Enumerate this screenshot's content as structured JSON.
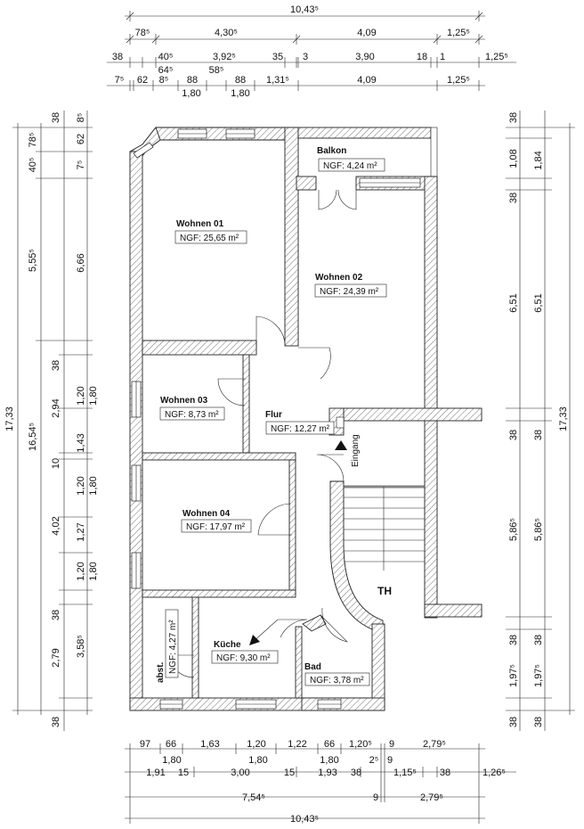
{
  "dims": {
    "top": {
      "r1": [
        "10,43⁵"
      ],
      "r2": [
        "78⁵",
        "4,30⁵",
        "4,09",
        "1,25⁵"
      ],
      "r3": [
        "38",
        "40⁵",
        "3,92⁵",
        "35",
        "3",
        "3,90",
        "18",
        "1",
        "1,25⁵"
      ],
      "r3b": [
        "64⁵",
        "58⁵"
      ],
      "r4": [
        "7⁵",
        "62",
        "8⁵",
        "88",
        "88",
        "1,31⁵",
        "4,09",
        "1,25⁵"
      ],
      "r4b": [
        "1,80",
        "1,80"
      ]
    },
    "bottom": {
      "r1": [
        "97",
        "66",
        "1,63",
        "1,20",
        "1,22",
        "66",
        "1,20⁵",
        "9",
        "2,79⁵"
      ],
      "r1b": [
        "1,80",
        "1,80",
        "1,80"
      ],
      "r2": [
        "1,91",
        "15",
        "3,00",
        "15",
        "1,93",
        "38",
        "2⁵",
        "9",
        "1,15⁵",
        "38",
        "1,26⁵"
      ],
      "r3": [
        "7,54⁵",
        "9",
        "2,79⁵"
      ],
      "r4": [
        "10,43⁵"
      ]
    },
    "left": {
      "total": "17,33",
      "c2": [
        "78⁵",
        "40⁵",
        "5,55⁵",
        "16,54⁵"
      ],
      "c3": [
        "38",
        "62",
        "7⁵",
        "6,66",
        "38",
        "2,94",
        "1,43",
        "10",
        "4,02",
        "38",
        "2,79",
        "3,58⁵",
        "38"
      ],
      "c3top": "8⁵",
      "c4": [
        "1,20",
        "1,80",
        "1,20",
        "1,80",
        "1,27",
        "1,20",
        "1,80"
      ]
    },
    "right": {
      "c1": [
        "38",
        "1,08",
        "38",
        "6,51",
        "38",
        "5,86⁵",
        "38",
        "1,97⁵",
        "38"
      ],
      "c2": [
        "1,84",
        "6,51",
        "38",
        "5,86⁵",
        "38",
        "1,97⁵",
        "38"
      ],
      "total": "17,33"
    }
  },
  "rooms": {
    "balkon": {
      "name": "Balkon",
      "area": "NGF: 4,24 m²"
    },
    "wohnen01": {
      "name": "Wohnen 01",
      "area": "NGF: 25,65 m²"
    },
    "wohnen02": {
      "name": "Wohnen 02",
      "area": "NGF: 24,39 m²"
    },
    "wohnen03": {
      "name": "Wohnen 03",
      "area": "NGF: 8,73 m²"
    },
    "flur": {
      "name": "Flur",
      "area": "NGF: 12,27 m²"
    },
    "wohnen04": {
      "name": "Wohnen 04",
      "area": "NGF: 17,97 m²"
    },
    "kueche": {
      "name": "Küche",
      "area": "NGF: 9,30 m²"
    },
    "abst": {
      "name": "abst.",
      "area": "NGF: 4,27 m²"
    },
    "bad": {
      "name": "Bad",
      "area": "NGF: 3,78 m²"
    },
    "th": {
      "name": "TH"
    }
  },
  "labels": {
    "entrance": "Eingang"
  }
}
